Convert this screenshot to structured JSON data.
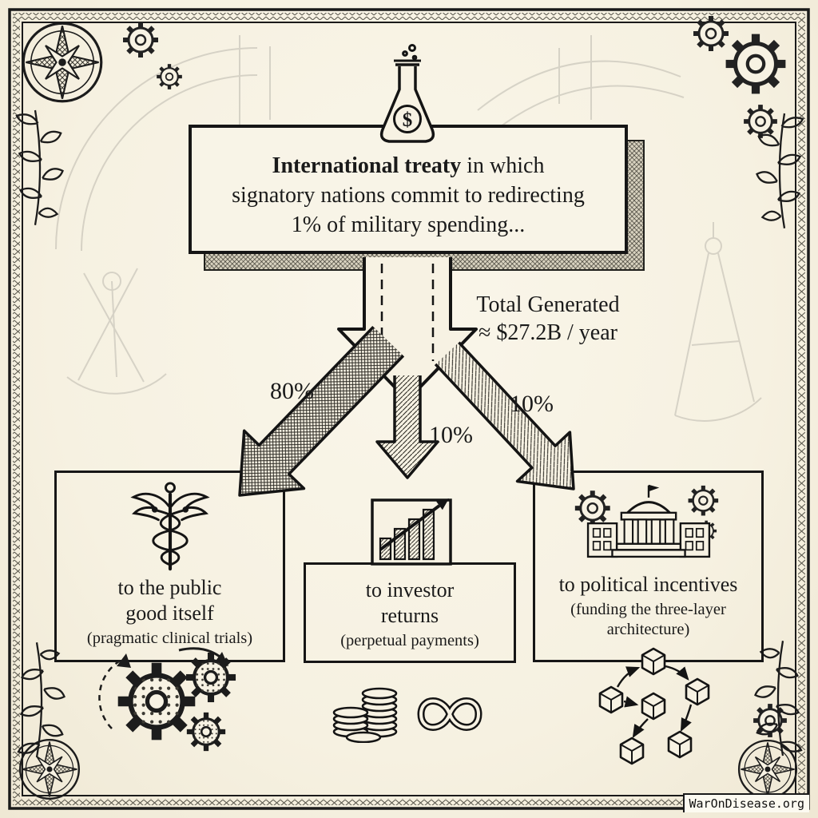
{
  "palette": {
    "paper": "#f7f2e3",
    "ink": "#161616",
    "hatch": "#2e2c26"
  },
  "header": {
    "treaty_lead_bold": "International treaty",
    "treaty_lead_rest": " in which",
    "treaty_line2": "signatory nations commit to redirecting",
    "treaty_line3": "1% of military spending...",
    "flask_symbol": "$"
  },
  "total": {
    "line1": "Total Generated",
    "line2": "≈ $27.2B / year"
  },
  "branches": [
    {
      "percent": "80%",
      "title": "to the public good itself",
      "subtitle": "(pragmatic clinical trials)",
      "icon": "caduceus-icon",
      "bottom_icon": "gears-cycle-icon"
    },
    {
      "percent": "10%",
      "title": "to investor returns",
      "subtitle": "(perpetual payments)",
      "icon": "growth-chart-icon",
      "bottom_icon": "coins-infinity-icon"
    },
    {
      "percent": "10%",
      "title": "to political incentives",
      "subtitle": "(funding the three-layer architecture)",
      "icon": "government-gears-icon",
      "bottom_icon": "cube-network-icon"
    }
  ],
  "footer": {
    "site": "WarOnDisease.org"
  }
}
